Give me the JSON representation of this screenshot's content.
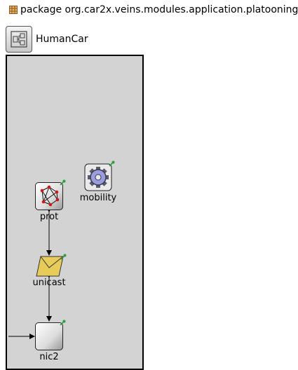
{
  "package": {
    "text": "package org.car2x.veins.modules.application.platooning",
    "icon": "package-icon"
  },
  "module": {
    "name": "HumanCar",
    "icon": "compound-module-icon"
  },
  "submodules": {
    "mobility": {
      "label": "mobility",
      "icon": "gear-icon"
    },
    "prot": {
      "label": "prot",
      "icon": "network-protocol-icon"
    },
    "unicast": {
      "label": "unicast",
      "icon": "envelope-icon"
    },
    "nic2": {
      "label": "nic2",
      "icon": "square-box-icon"
    }
  },
  "colors": {
    "canvas_background": "#d3d3d3",
    "canvas_border": "#000000",
    "pin_green": "#2e9e3a",
    "envelope_yellow": "#e8cc5a",
    "protocol_red": "#d01818",
    "gear_purple": "#9b9be0"
  }
}
